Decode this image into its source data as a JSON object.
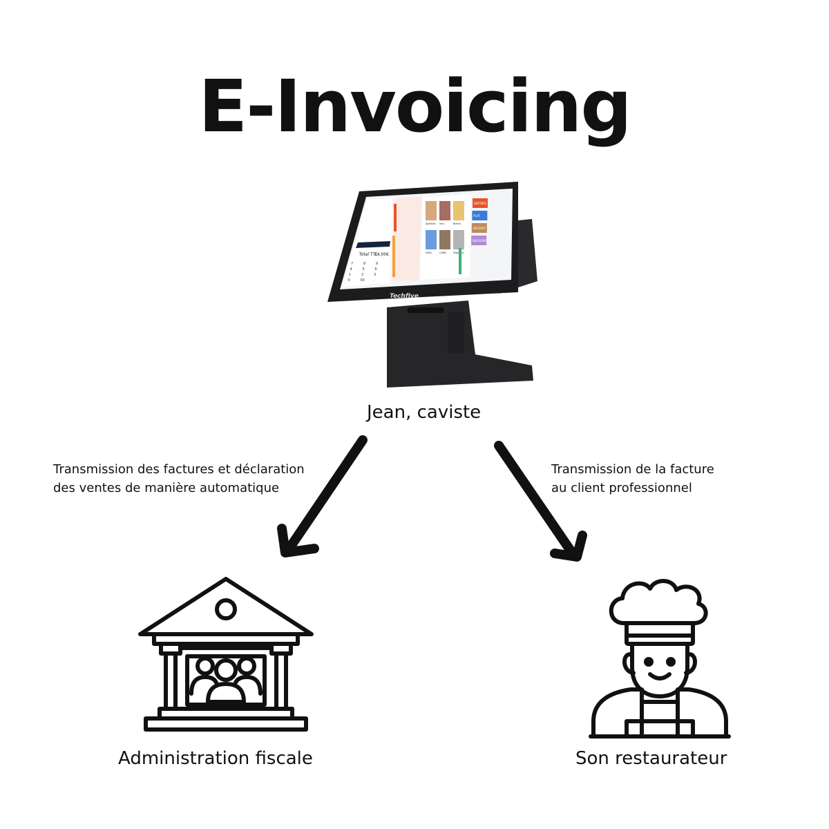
{
  "title": "E-Invoicing",
  "nodes": {
    "seller": {
      "label": "Jean, caviste"
    },
    "tax_admin": {
      "label": "Administration fiscale"
    },
    "customer": {
      "label": "Son restaurateur"
    }
  },
  "flows": {
    "to_tax": {
      "line1": "Transmission des factures et déclaration",
      "line2": "des ventes de manière automatique"
    },
    "to_customer": {
      "line1": "Transmission de la facture",
      "line2": "au client professionnel"
    }
  },
  "terminal": {
    "brand": "Techfive",
    "screen": {
      "total_label": "Total TTC",
      "total_value": "14,00€",
      "keypad": [
        "7",
        "8",
        "9",
        "4",
        "5",
        "6",
        "1",
        "2",
        "3",
        "0",
        "00",
        "."
      ],
      "categories": [
        "ENTRÉES",
        "PLAT",
        "DESSERT",
        "BOISSONS"
      ],
      "tiles": [
        "Apéritifs",
        "Vins",
        "Bières",
        "Softs",
        "Cafés",
        "Digestifs"
      ]
    }
  },
  "colors": {
    "ink": "#111111",
    "bezel": "#1c1c1e",
    "stand": "#262628",
    "cat_1": "#e8532a",
    "cat_2": "#3a7bd5",
    "cat_3": "#c08a5a",
    "cat_4": "#b08ad8",
    "accent_green": "#3bb07a",
    "accent_orange": "#f2a23a"
  }
}
